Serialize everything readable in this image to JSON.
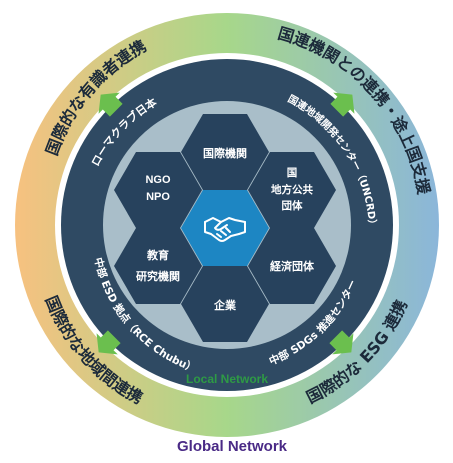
{
  "outer_ring": {
    "labels": {
      "top_left": "国際的な有識者連携",
      "top_right": "国連機関との連携・途上国支援",
      "bottom_left": "国際的な地域間連携",
      "bottom_right": "国際的な ESG 連携"
    },
    "footer": "Global Network",
    "colors": {
      "orange": "#f6c07d",
      "green": "#9fd38a",
      "blue": "#8fb9d8",
      "footer": "#4a2a86"
    }
  },
  "inner_ring": {
    "labels": {
      "top_left": "ローマクラブ日本",
      "top_right": "国連地域開発センター（UNCRD）",
      "bottom_left": "中部 ESD 拠点（RCE Chubu）",
      "bottom_right": "中部 SDGs 推進センター"
    },
    "footer": "Local Network",
    "colors": {
      "navy": "#2f4a63",
      "arrow": "#6bbf4e",
      "footer": "#2e9a45"
    }
  },
  "hexagons": {
    "center_icon": "handshake-icon",
    "top": "国際機関",
    "top_right": [
      "国",
      "地方公共",
      "団体"
    ],
    "bottom_right": "経済団体",
    "bottom": "企業",
    "bottom_left": [
      "教育",
      "研究機関"
    ],
    "top_left": [
      "NGO",
      "NPO"
    ],
    "colors": {
      "hex": "#27425d",
      "center": "#1d86c3",
      "bg": "#a9bec9"
    }
  }
}
